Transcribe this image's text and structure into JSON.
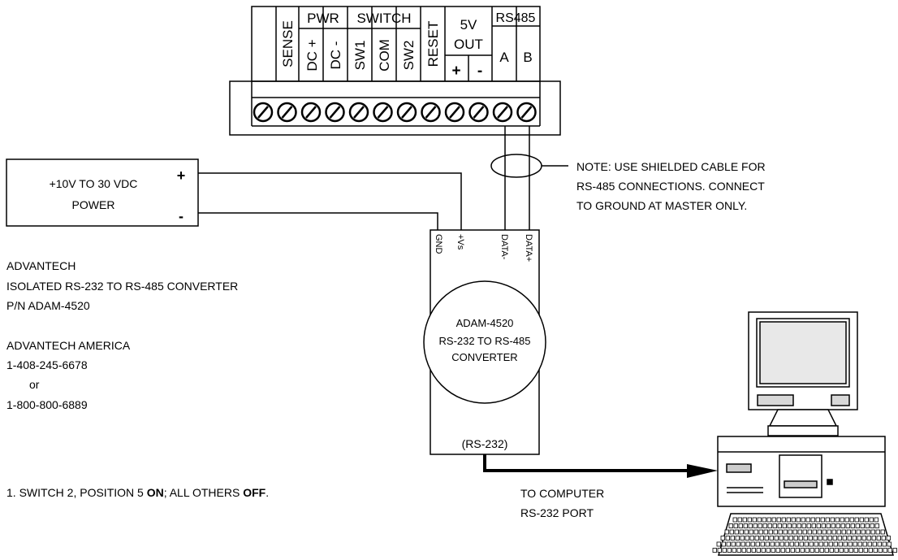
{
  "terminal_block": {
    "header_labels": [
      {
        "key": "sense",
        "text": "SENSE"
      },
      {
        "key": "pwr",
        "text": "PWR"
      },
      {
        "key": "switch",
        "text": "SWITCH"
      },
      {
        "key": "reset",
        "text": "RESET"
      },
      {
        "key": "fivev",
        "text": "5V"
      },
      {
        "key": "out",
        "text": "OUT"
      },
      {
        "key": "rs485",
        "text": "RS485"
      }
    ],
    "pin_labels": {
      "dc_plus": "DC +",
      "dc_minus": "DC -",
      "sw1": "SW1",
      "com": "COM",
      "sw2": "SW2",
      "out_plus": "+",
      "out_minus": "-",
      "a": "A",
      "b": "B"
    },
    "screw_count": 12
  },
  "power_supply": {
    "line1": "+10V TO 30 VDC",
    "line2": "POWER",
    "plus": "+",
    "minus": "-"
  },
  "note": {
    "lines": [
      "NOTE: USE SHIELDED CABLE FOR",
      "RS-485 CONNECTIONS.  CONNECT",
      "TO GROUND AT MASTER ONLY."
    ]
  },
  "converter": {
    "pins": {
      "gnd": "GND",
      "vs": "+Vs",
      "data_minus": "DATA-",
      "data_plus": "DATA+"
    },
    "circle_lines": [
      "ADAM-4520",
      "RS-232 TO RS-485",
      "CONVERTER"
    ],
    "bottom_label": "(RS-232)"
  },
  "left_info": {
    "lines": [
      "ADVANTECH",
      "ISOLATED RS-232 TO RS-485 CONVERTER",
      "P/N ADAM-4520",
      "",
      "ADVANTECH AMERICA",
      "1-408-245-6678",
      "      or",
      "1-800-800-6889"
    ]
  },
  "switch_note": {
    "prefix": "1. SWITCH 2, POSITION 5 ",
    "on": "ON",
    "middle": "; ALL OTHERS ",
    "off": "OFF",
    "suffix": "."
  },
  "computer_label": {
    "line1": "TO COMPUTER",
    "line2": "RS-232 PORT"
  },
  "icons": [
    "screw-terminal-icon",
    "computer-icon",
    "keyboard-icon",
    "arrow-icon"
  ]
}
